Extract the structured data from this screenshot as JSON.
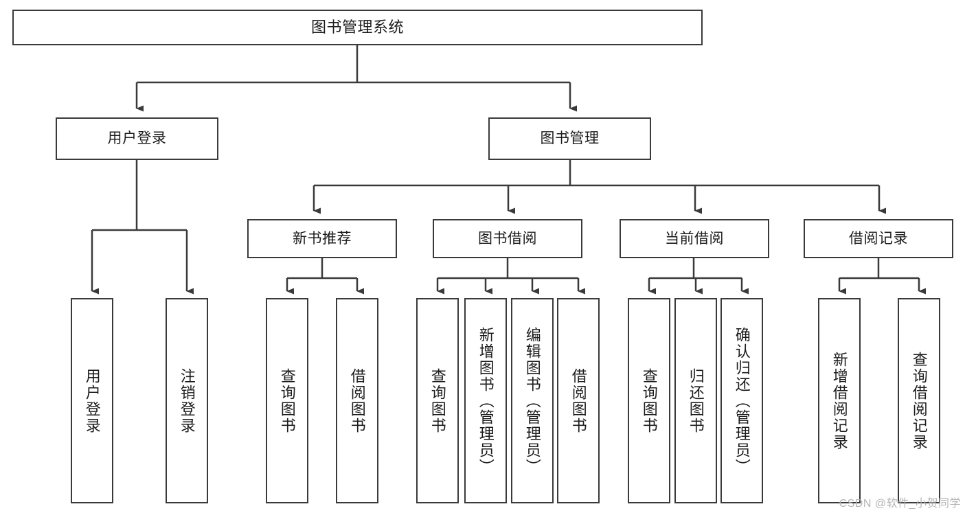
{
  "diagram": {
    "title": "图书管理系统",
    "type": "hierarchy-tree",
    "watermark": "CSDN @软件_小贺同学",
    "accent_color": "#3a3a3a",
    "background_color": "#ffffff",
    "nodes": {
      "root": {
        "label": "图书管理系统",
        "level": 1
      },
      "l2": [
        {
          "label": "用户登录",
          "level": 2
        },
        {
          "label": "图书管理",
          "level": 2
        }
      ],
      "l3": [
        {
          "label": "新书推荐",
          "level": 3
        },
        {
          "label": "图书借阅",
          "level": 3
        },
        {
          "label": "当前借阅",
          "level": 3
        },
        {
          "label": "借阅记录",
          "level": 3
        }
      ],
      "leaves": [
        {
          "label": "用户登录",
          "parent": "用户登录",
          "group": 0
        },
        {
          "label": "注销登录",
          "parent": "用户登录",
          "group": 0
        },
        {
          "label": "查询图书",
          "parent": "新书推荐",
          "group": 1
        },
        {
          "label": "借阅图书",
          "parent": "新书推荐",
          "group": 1
        },
        {
          "label": "查询图书",
          "parent": "图书借阅",
          "group": 2
        },
        {
          "label": "新增图书（管理员）",
          "parent": "图书借阅",
          "group": 2
        },
        {
          "label": "编辑图书（管理员）",
          "parent": "图书借阅",
          "group": 2
        },
        {
          "label": "借阅图书",
          "parent": "图书借阅",
          "group": 2
        },
        {
          "label": "查询图书",
          "parent": "当前借阅",
          "group": 3
        },
        {
          "label": "归还图书",
          "parent": "当前借阅",
          "group": 3
        },
        {
          "label": "确认归还（管理员）",
          "parent": "当前借阅",
          "group": 3
        },
        {
          "label": "新增借阅记录",
          "parent": "借阅记录",
          "group": 4
        },
        {
          "label": "查询借阅记录",
          "parent": "借阅记录",
          "group": 4
        }
      ]
    }
  }
}
